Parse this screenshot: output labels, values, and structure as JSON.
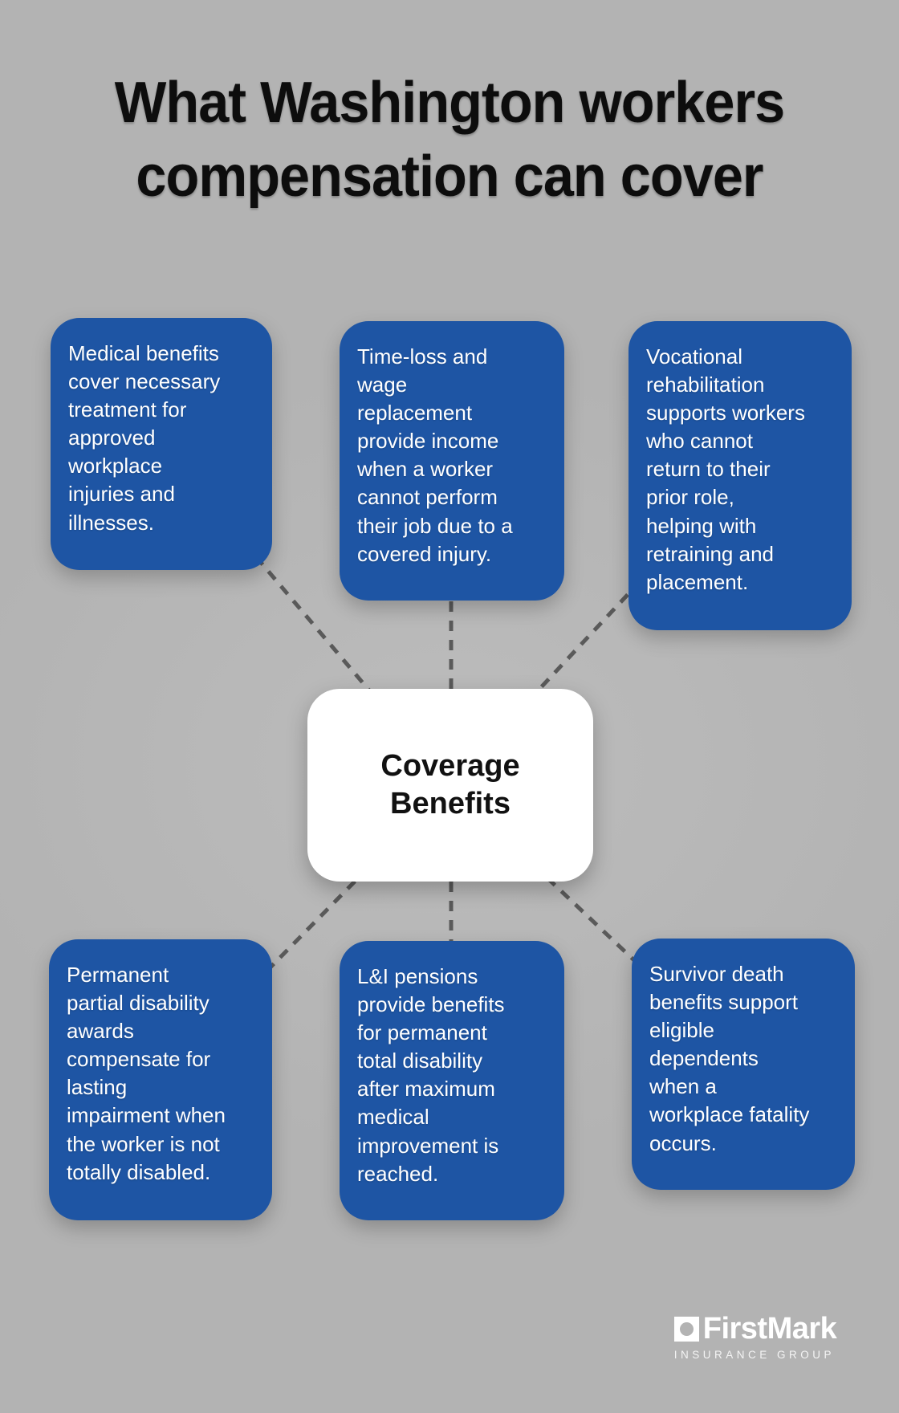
{
  "title": {
    "text": "What Washington workers\ncompensation can cover"
  },
  "center_node": {
    "label": "Coverage\nBenefits"
  },
  "nodes": [
    {
      "id": "medical-benefits",
      "text": "Medical benefits\ncover necessary\ntreatment for\napproved\nworkplace\ninjuries and\nillnesses."
    },
    {
      "id": "time-loss-wage-replacement",
      "text": "Time-loss and\nwage\nreplacement\nprovide income\nwhen a worker\ncannot perform\ntheir job due to a\ncovered injury."
    },
    {
      "id": "vocational-rehabilitation",
      "text": "Vocational\nrehabilitation\nsupports workers\nwho cannot\nreturn to their\nprior role,\nhelping with\nretraining and\nplacement."
    },
    {
      "id": "permanent-partial-disability",
      "text": "Permanent\npartial disability\nawards\ncompensate for\nlasting\nimpairment when\nthe worker is not\ntotally disabled."
    },
    {
      "id": "l-and-i-pensions",
      "text": "L&I pensions\nprovide benefits\nfor permanent\ntotal disability\nafter maximum\nmedical\nimprovement is\nreached."
    },
    {
      "id": "survivor-death-benefits",
      "text": "Survivor death\nbenefits support\neligible\ndependents\nwhen a\nworkplace fatality\noccurs."
    }
  ],
  "logo": {
    "brand": "FirstMark",
    "tagline": "INSURANCE GROUP"
  },
  "colors": {
    "background": "#b3b3b3",
    "box_blue": "#1e55a4",
    "box_text": "#ffffff",
    "center_bg": "#ffffff",
    "center_text": "#111111",
    "connector": "#5a5a5a",
    "title": "#0d0d0d",
    "logo": "#ffffff"
  }
}
